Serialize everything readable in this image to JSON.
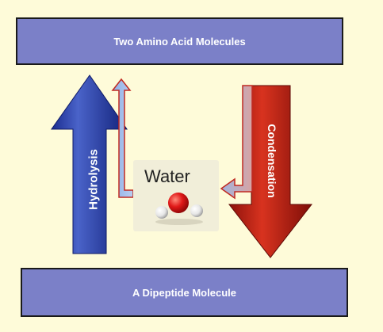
{
  "top_box": {
    "label": "Two Amino Acid Molecules"
  },
  "bottom_box": {
    "label": "A Dipeptide Molecule"
  },
  "left_arrow": {
    "label": "Hydrolysis",
    "color": "#1c2f9e"
  },
  "right_arrow": {
    "label": "Condensation",
    "color": "#b01a12"
  },
  "water": {
    "label": "Water",
    "oxygen_color": "#e01818",
    "hydrogen_color": "#eeeeee"
  },
  "colors": {
    "background": "#fefbd9",
    "box_fill": "#7b80c8"
  }
}
